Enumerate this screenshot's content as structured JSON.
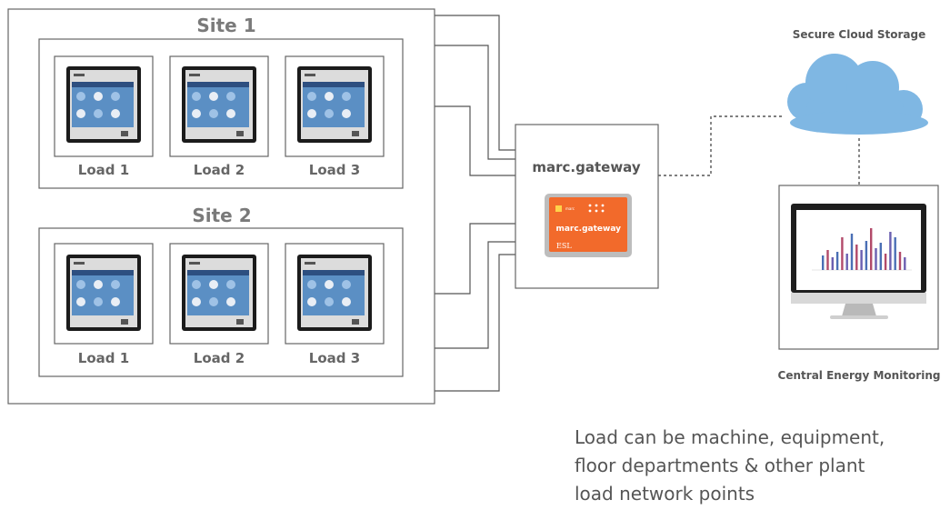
{
  "sites": [
    {
      "title": "Site 1",
      "loads": [
        "Load 1",
        "Load 2",
        "Load 3"
      ]
    },
    {
      "title": "Site 2",
      "loads": [
        "Load 1",
        "Load 2",
        "Load 3"
      ]
    }
  ],
  "gateway": {
    "title": "marc.gateway",
    "device_text": "marc.gateway",
    "device_brand": "ESL"
  },
  "cloud": {
    "title": "Secure Cloud Storage",
    "color": "#7fb7e3"
  },
  "monitoring": {
    "title": "Central Energy Monitoring"
  },
  "note": {
    "lines": [
      "Load can be machine, equipment,",
      "floor departments & other plant",
      "load network points"
    ]
  },
  "colors": {
    "gateway_orange": "#f26a2b",
    "wire": "#555555",
    "screen": "#5b8fc4"
  }
}
